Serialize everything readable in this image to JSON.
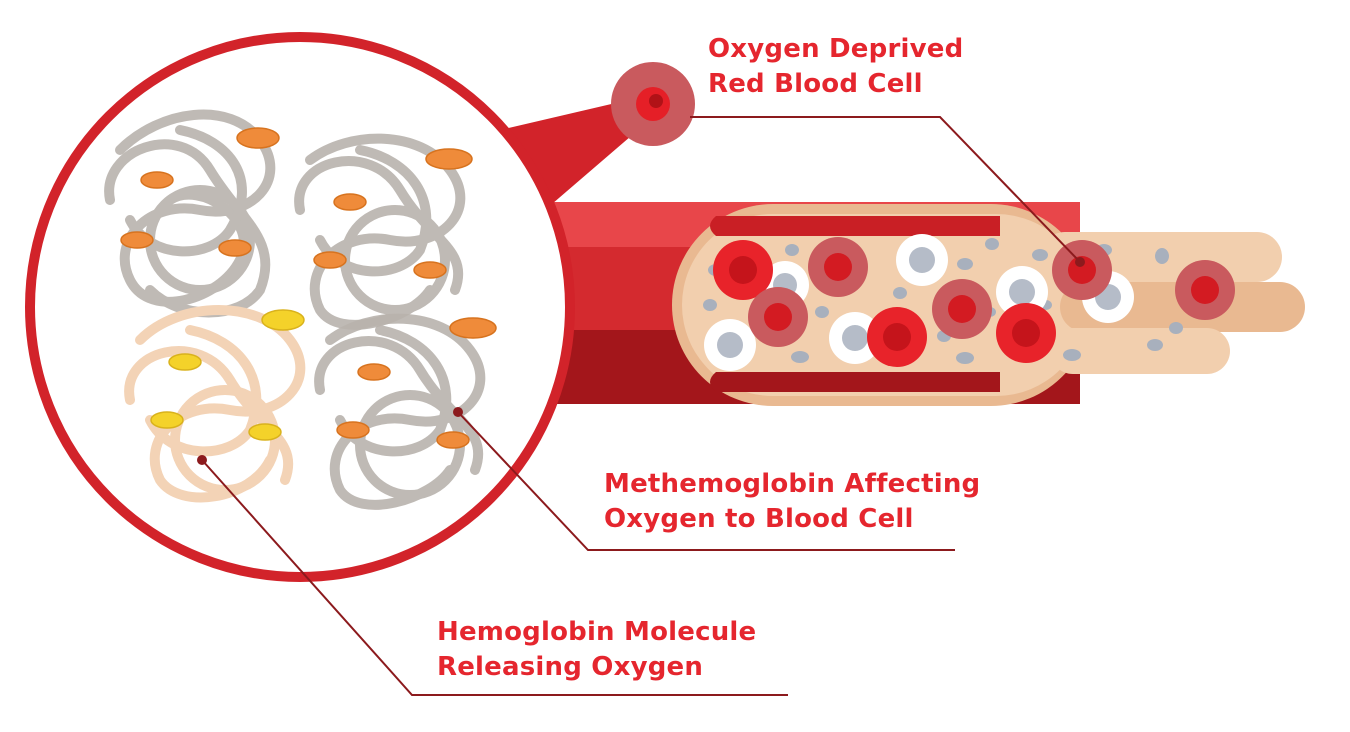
{
  "labels": {
    "deprived": {
      "line1": "Oxygen Deprived",
      "line2": "Red Blood Cell"
    },
    "methemoglobin": {
      "line1": "Methemoglobin Affecting",
      "line2": "Oxygen to Blood Cell"
    },
    "hemoglobin": {
      "line1": "Hemoglobin Molecule",
      "line2": "Releasing Oxygen"
    }
  },
  "colors": {
    "label_text": "#e5262e",
    "leader_line": "#8c1a1d",
    "circle_border": "#d2232a",
    "vessel_red": "#d42a2f",
    "vessel_dark": "#a3161b",
    "vessel_light": "#e8464a",
    "inner_tube": "#f2cfae",
    "inner_edge": "#e9b991",
    "rbc_bright": "#e8232a",
    "rbc_deprived": "#c95a5e",
    "white_cell_core": "#b5bcc8",
    "platelet": "#a8b0bd",
    "strand_gray": "#b9b3ad",
    "strand_peach": "#f3d3b6",
    "oxygen_orange": "#ef8b3a",
    "oxygen_yellow": "#f4d22a"
  }
}
